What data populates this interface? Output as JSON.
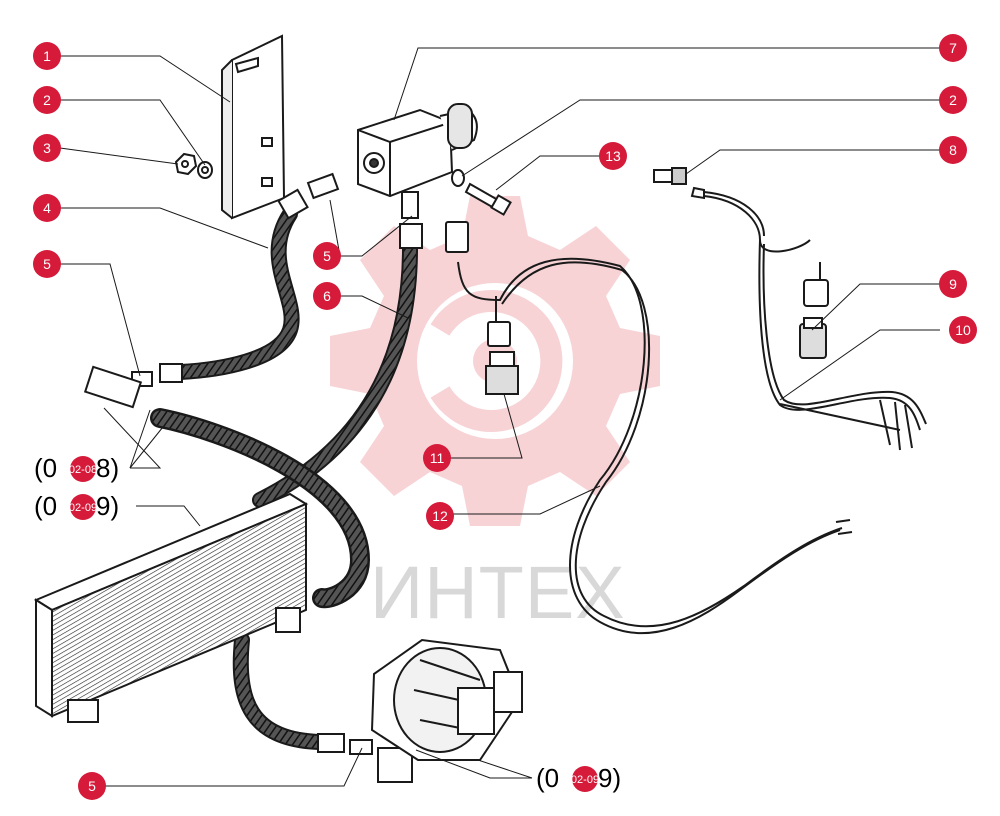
{
  "watermark": {
    "text": "ИНТЕХ"
  },
  "callouts": [
    {
      "id": "c1",
      "label": "1"
    },
    {
      "id": "c2a",
      "label": "2"
    },
    {
      "id": "c3",
      "label": "3"
    },
    {
      "id": "c4",
      "label": "4"
    },
    {
      "id": "c5a",
      "label": "5"
    },
    {
      "id": "c5b",
      "label": "5"
    },
    {
      "id": "c6",
      "label": "6"
    },
    {
      "id": "c7",
      "label": "7"
    },
    {
      "id": "c2b",
      "label": "2"
    },
    {
      "id": "c13",
      "label": "13"
    },
    {
      "id": "c8",
      "label": "8"
    },
    {
      "id": "c9",
      "label": "9"
    },
    {
      "id": "c10",
      "label": "10"
    },
    {
      "id": "c11",
      "label": "11"
    },
    {
      "id": "c12",
      "label": "12"
    },
    {
      "id": "c5c",
      "label": "5"
    }
  ],
  "references": [
    {
      "id": "r1",
      "open": "(0",
      "code": "02-08",
      "close": "8)"
    },
    {
      "id": "r2",
      "open": "(0",
      "code": "02-09",
      "close": "9)"
    },
    {
      "id": "r3",
      "open": "(0",
      "code": "02-09",
      "close": "9)"
    }
  ],
  "colors": {
    "callout": "#d51a3a",
    "line": "#1a1a1a",
    "watermark_gear": "#f7d3d6",
    "watermark_text": "#d8d8d8"
  }
}
